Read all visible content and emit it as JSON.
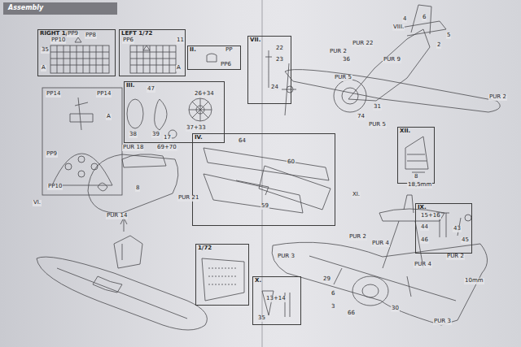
{
  "diagram": {
    "title": "Assembly",
    "nodes": [
      {
        "text": [
          "RIGHT 1/72"
        ]
      },
      {
        "text": [
          "LEFT 1/72"
        ]
      },
      {
        "text": [
          "II."
        ]
      },
      {
        "text": [
          "VII."
        ]
      },
      {
        "text": [
          "III."
        ]
      },
      {
        "text": [
          "IV."
        ]
      },
      {
        "text": [
          "XII."
        ]
      },
      {
        "text": [
          "IX."
        ]
      },
      {
        "text": [
          "1/72"
        ]
      },
      {
        "text": [
          "X."
        ]
      }
    ],
    "labels": [
      "35",
      "PP10",
      "PP9",
      "PP8",
      "A",
      "PP6",
      "11",
      "A",
      "PP",
      "PP6",
      "22",
      "23",
      "24",
      "VIII.",
      "PUR 2",
      "PUR 22",
      "PUR 9",
      "36",
      "PUR 5",
      "74",
      "31",
      "PUR 5",
      "PUR 2",
      "4",
      "6",
      "5",
      "2",
      "PP14",
      "PP14",
      "PP9",
      "PP10",
      "A",
      "47",
      "26+34",
      "38",
      "39",
      "37+33",
      "17",
      "VI.",
      "PUR 18",
      "69+70",
      "PUR 21",
      "8",
      "PUR 14",
      "64",
      "60",
      "59",
      "8",
      "18,5mm",
      "15+16",
      "44",
      "46",
      "43",
      "45",
      "XI.",
      "PUR 2",
      "PUR 4",
      "PUR 3",
      "29",
      "6",
      "3",
      "66",
      "30",
      "PUR 4",
      "PUR 2",
      "10mm",
      "PUR 3",
      "13+14",
      "35"
    ]
  }
}
